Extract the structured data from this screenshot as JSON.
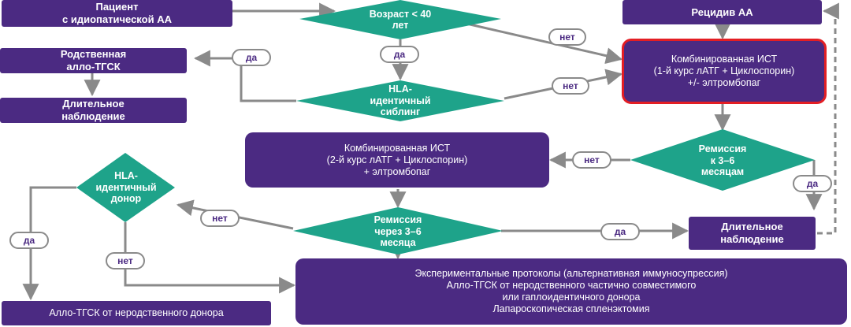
{
  "colors": {
    "box": "#4b2a82",
    "diamond": "#1ea38a",
    "line": "#8a8a8a",
    "highlight_border": "#e31e24",
    "label_text": "#4b2a82"
  },
  "nodes": {
    "patient": "Пациент\nс идиопатической АА",
    "relapse": "Рецидив АА",
    "related_hsct": "Родственная\nалло-ТГСК",
    "long_followup_left": "Длительное\nнаблюдение",
    "ist_first": "Комбинированная ИСТ\n(1-й курс лАТГ + Циклоспорин)\n+/- элтромбопаг",
    "ist_second": "Комбинированная ИСТ\n(2-й курс лАТГ + Циклоспорин)\n+ элтромбопаг",
    "long_followup_right": "Длительное\nнаблюдение",
    "experimental": "Экспериментальные протоколы (альтернативная иммуносупрессия)\nАлло-ТГСК от неродственного частично совместимого\nили гаплоидентичного донора\nЛапароскопическая спленэктомия",
    "unrelated_hsct": "Алло-ТГСК от неродственного донора"
  },
  "decisions": {
    "age": "Возраст < 40\nлет",
    "hla_sibling": "HLA-\nидентичный\nсиблинг",
    "remission_3_6": "Ремиссия\nк 3–6\nмесяцам",
    "hla_donor": "HLA-\nидентичный\nдонор",
    "remission_after": "Ремиссия\nчерез 3–6\nмесяца"
  },
  "edge_labels": {
    "age_no": "нет",
    "age_yes": "да",
    "sibling_yes": "да",
    "sibling_no": "нет",
    "rem1_no": "нет",
    "rem1_yes": "да",
    "rem2_no": "нет",
    "rem2_yes": "да",
    "donor_yes": "да",
    "donor_no": "нет"
  }
}
